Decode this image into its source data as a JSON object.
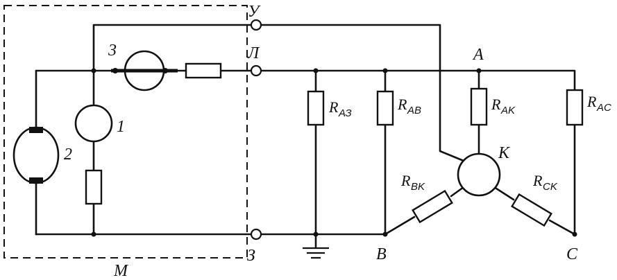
{
  "labels": {
    "terminal_u": "У",
    "terminal_l": "Л",
    "terminal_z": "З",
    "component_1": "1",
    "component_2": "2",
    "component_3": "3",
    "enclosure_m": "M",
    "node_a": "A",
    "node_b": "B",
    "node_c": "C",
    "node_k": "K"
  },
  "resistors": {
    "r_az": {
      "main": "R",
      "sub": "АЗ"
    },
    "r_ab": {
      "main": "R",
      "sub": "AB"
    },
    "r_ak": {
      "main": "R",
      "sub": "AK"
    },
    "r_ac": {
      "main": "R",
      "sub": "AC"
    },
    "r_bk": {
      "main": "R",
      "sub": "BK"
    },
    "r_ck": {
      "main": "R",
      "sub": "CK"
    }
  }
}
